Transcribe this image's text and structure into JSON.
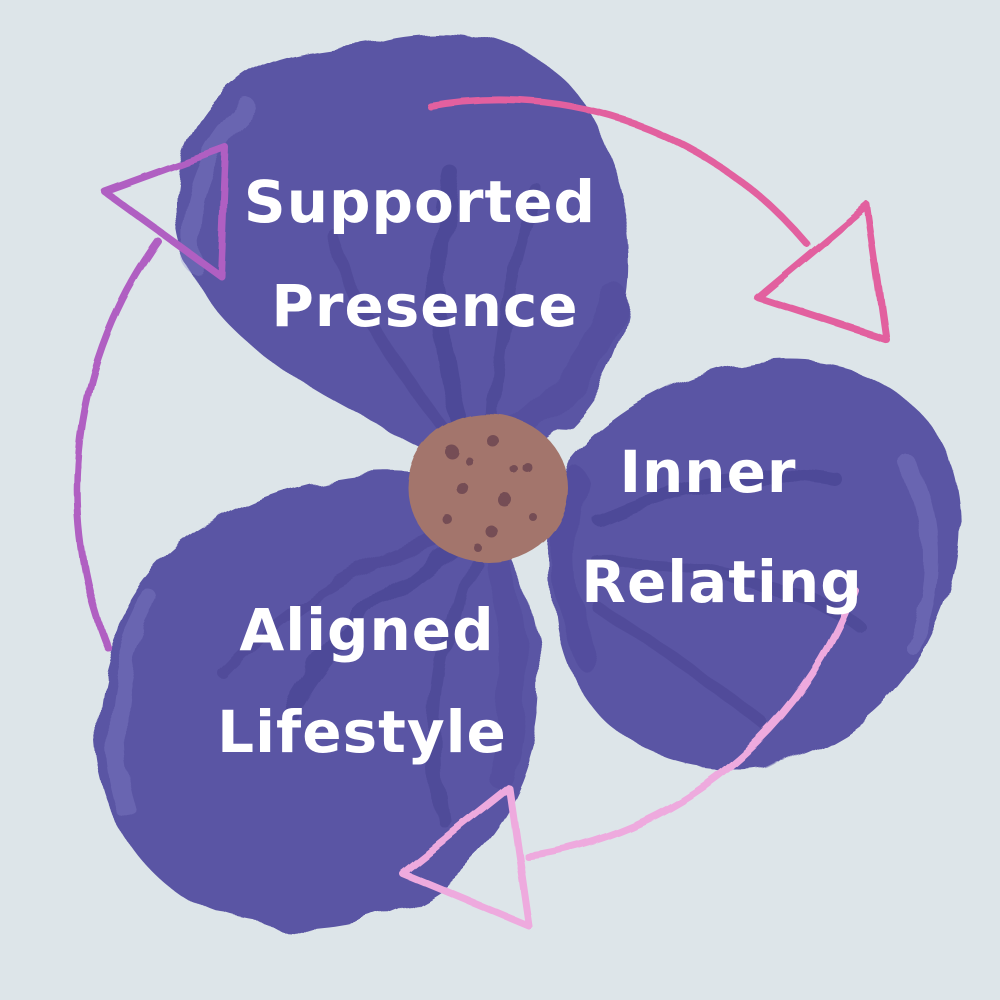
{
  "diagram": {
    "title": "Three-petal flower cycle diagram",
    "background_color": "#dde5e9",
    "petals": [
      {
        "id": "supported-presence",
        "label": "Supported Presence",
        "lines": [
          "Supported",
          "Presence"
        ],
        "position": "top"
      },
      {
        "id": "inner-relating",
        "label": "Inner Relating",
        "lines": [
          "Inner",
          "Relating"
        ],
        "position": "right"
      },
      {
        "id": "aligned-lifestyle",
        "label": "Aligned Lifestyle",
        "lines": [
          "Aligned",
          "Lifestyle"
        ],
        "position": "bottom-left"
      }
    ],
    "arrows": [
      {
        "id": "arrow-top",
        "position": "top",
        "color": "#e2619f"
      },
      {
        "id": "arrow-left",
        "position": "left",
        "color": "#b05ec2"
      },
      {
        "id": "arrow-bottom",
        "position": "bottom",
        "color": "#eeaade"
      }
    ],
    "colors": {
      "petal": "#5a55a4",
      "petal_shadow": "#413c8a",
      "petal_highlight": "#8f8ad0",
      "center": "#a3756c",
      "center_dots": "#6e4750",
      "text": "#ffffff",
      "arrow_top": "#e2619f",
      "arrow_left": "#b05ec2",
      "arrow_bottom": "#eeaade"
    }
  }
}
